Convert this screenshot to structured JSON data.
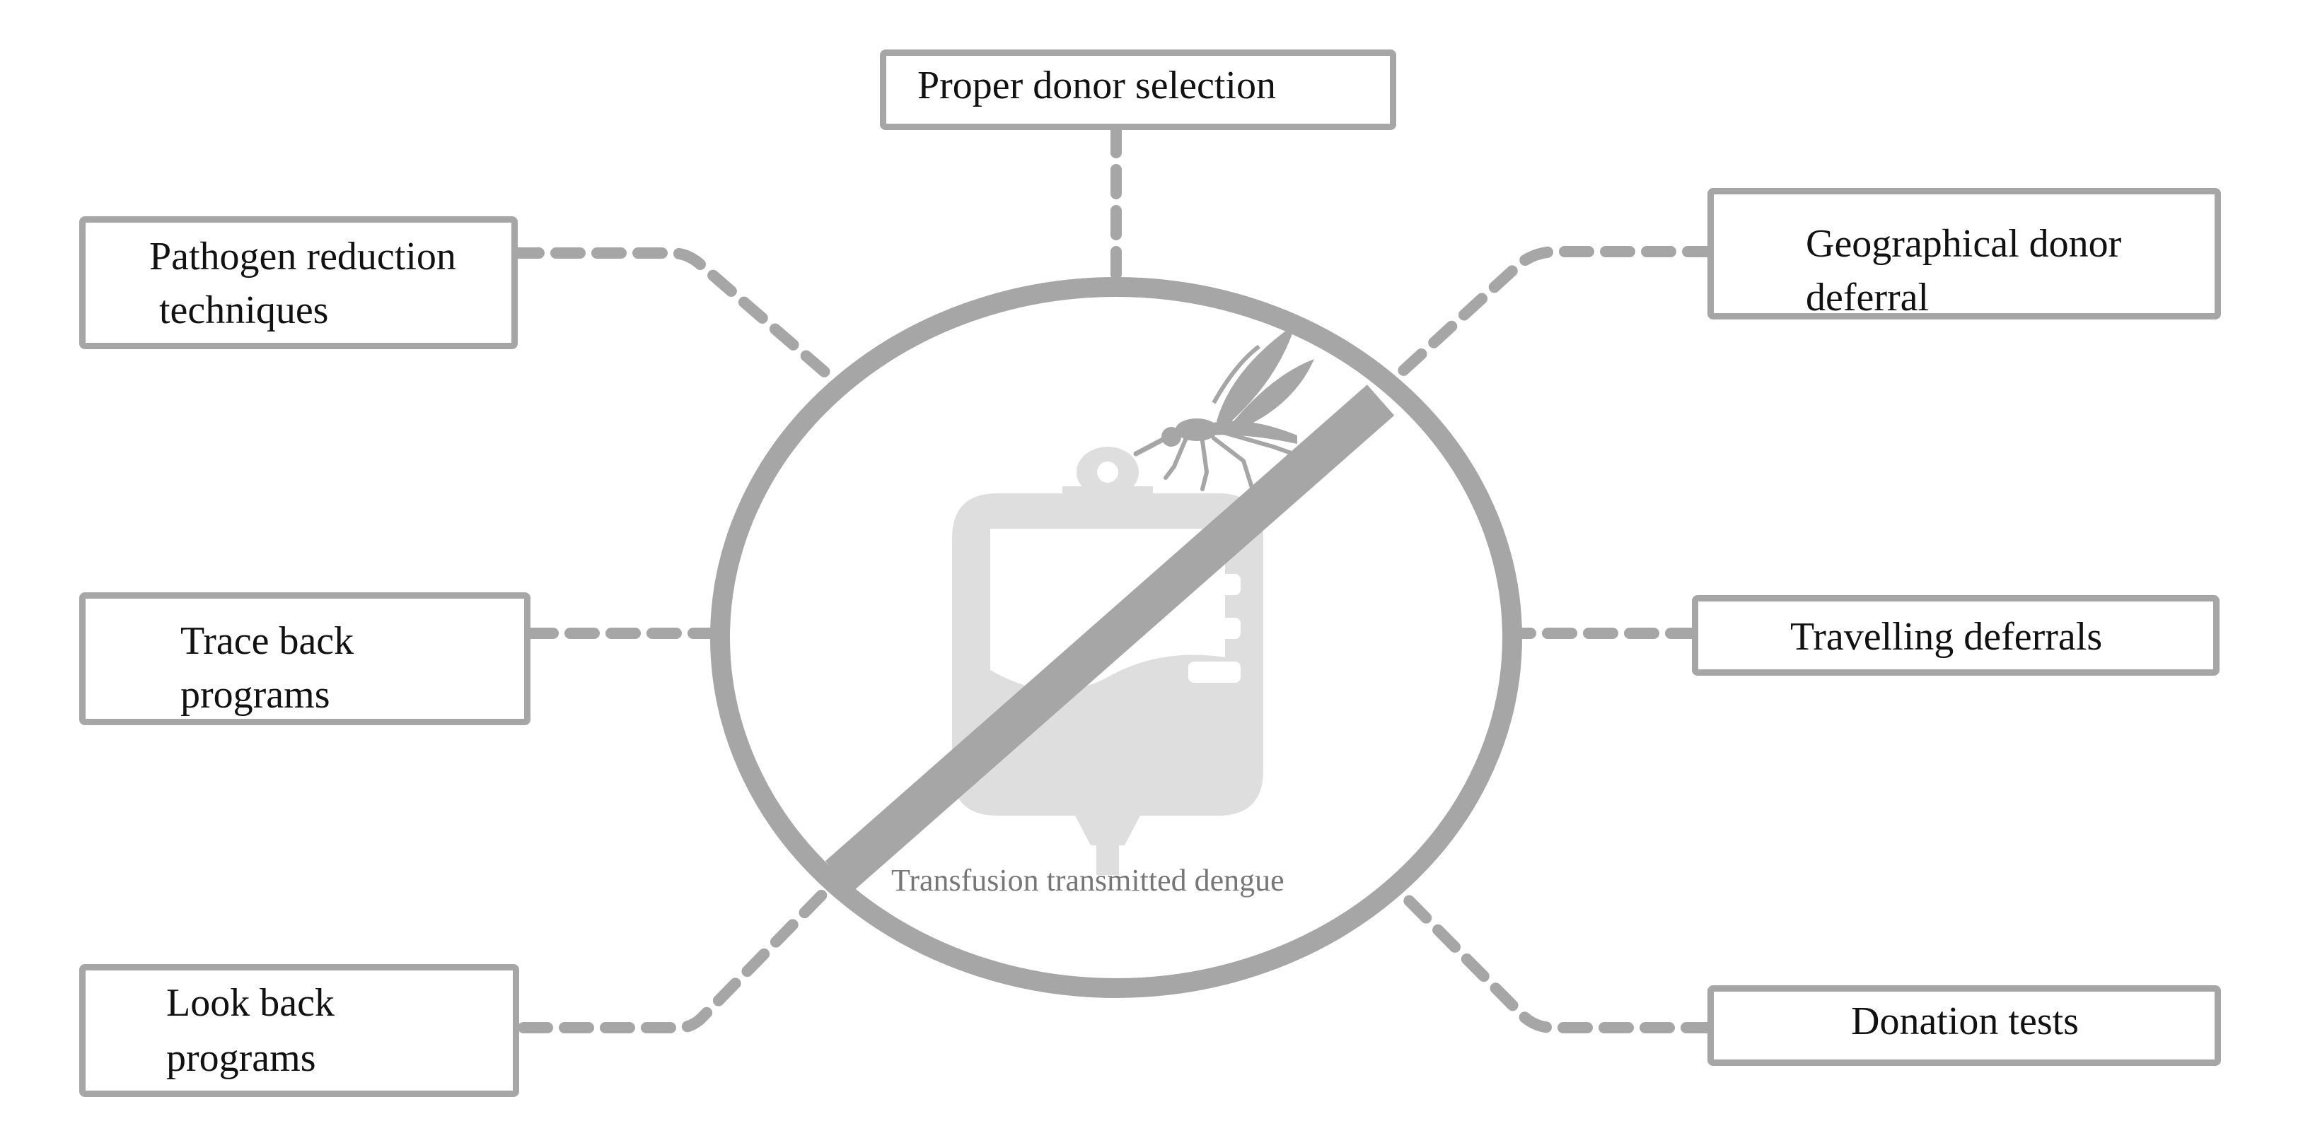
{
  "diagram": {
    "caption": "Transfusion transmitted dengue",
    "boxes": {
      "top": {
        "label": "Proper donor selection"
      },
      "pathogen": {
        "line1": "Pathogen reduction",
        "line2": "techniques"
      },
      "geographical": {
        "line1": "Geographical donor",
        "line2": "deferral"
      },
      "trace": {
        "line1": "Trace back",
        "line2": "programs"
      },
      "travelling": {
        "label": "Travelling deferrals"
      },
      "lookback": {
        "line1": "Look back",
        "line2": "programs"
      },
      "donation": {
        "label": "Donation tests"
      }
    },
    "icons": [
      "blood-bag-icon",
      "mosquito-icon",
      "prohibition-icon"
    ],
    "colors": {
      "stroke": "#a6a6a6",
      "bag": "#dedede",
      "caption": "#777777",
      "text": "#111111"
    }
  }
}
